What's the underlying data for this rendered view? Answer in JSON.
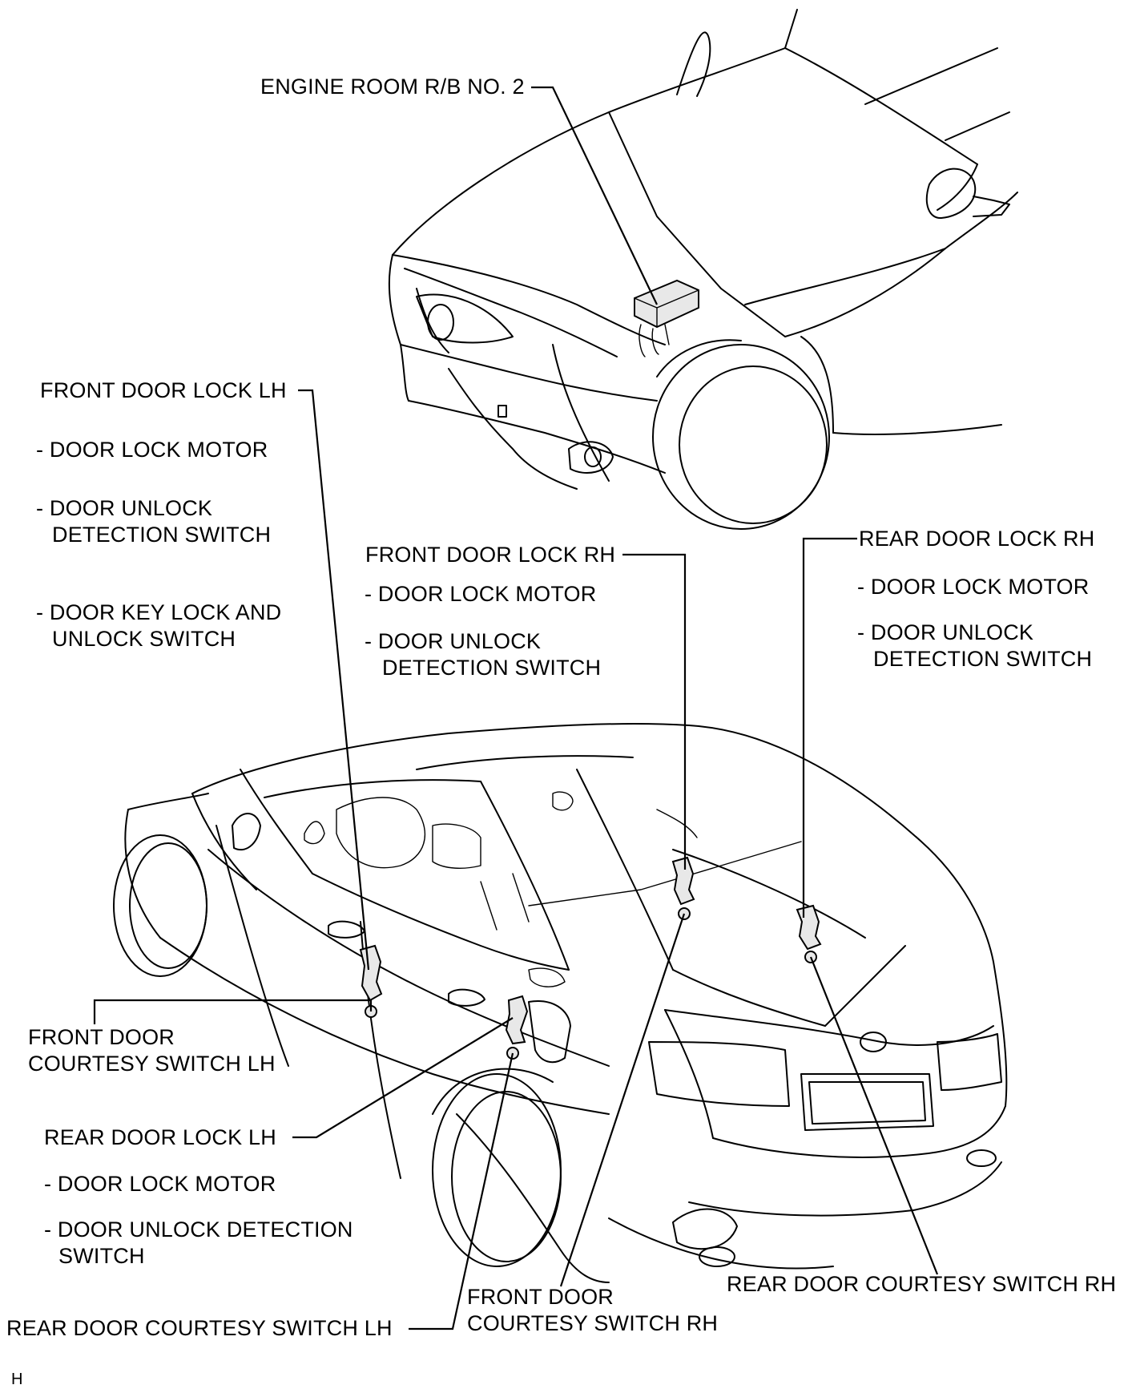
{
  "labels": {
    "engine_room_rb": "ENGINE ROOM R/B NO. 2",
    "front_door_lock_lh": {
      "title": "FRONT DOOR LOCK LH",
      "item1": "- DOOR LOCK MOTOR",
      "item2_line1": "- DOOR UNLOCK",
      "item2_line2": "DETECTION SWITCH",
      "item3_line1": "- DOOR KEY LOCK AND",
      "item3_line2": "UNLOCK  SWITCH"
    },
    "front_door_lock_rh": {
      "title": "FRONT DOOR LOCK  RH",
      "item1": "- DOOR LOCK MOTOR",
      "item2_line1": "- DOOR UNLOCK",
      "item2_line2": "DETECTION SWITCH"
    },
    "rear_door_lock_rh": {
      "title": "REAR DOOR LOCK RH",
      "item1": "- DOOR LOCK MOTOR",
      "item2_line1": "- DOOR UNLOCK",
      "item2_line2": "DETECTION SWITCH"
    },
    "front_door_courtesy_lh": {
      "line1": "FRONT DOOR",
      "line2": "COURTESY SWITCH LH"
    },
    "rear_door_lock_lh": {
      "title": "REAR DOOR LOCK  LH",
      "item1": "- DOOR LOCK MOTOR",
      "item2_line1": "- DOOR UNLOCK DETECTION",
      "item2_line2": "SWITCH"
    },
    "rear_door_courtesy_rh": "REAR DOOR COURTESY SWITCH RH",
    "front_door_courtesy_rh": {
      "line1": "FRONT DOOR",
      "line2": "COURTESY SWITCH RH"
    },
    "rear_door_courtesy_lh": "REAR DOOR COURTESY SWITCH LH",
    "corner_mark": "H"
  }
}
